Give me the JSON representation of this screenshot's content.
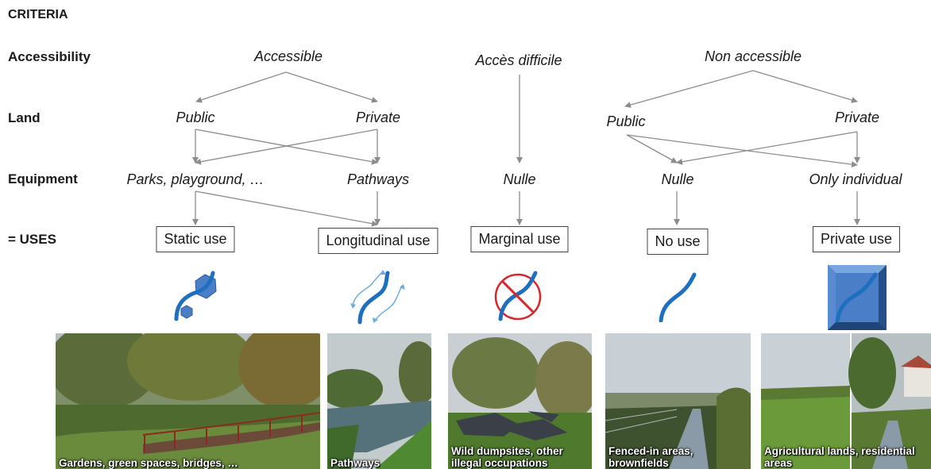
{
  "header": {
    "title": "CRITERIA"
  },
  "row_labels": {
    "accessibility": "Accessibility",
    "land": "Land",
    "equipment": "Equipment",
    "uses": "= USES"
  },
  "accessibility": {
    "accessible": "Accessible",
    "difficult": "Accès difficile",
    "non_accessible": "Non accessible"
  },
  "land": {
    "public_1": "Public",
    "private_1": "Private",
    "public_2": "Public",
    "private_2": "Private"
  },
  "equipment": {
    "parks": "Parks, playground, …",
    "pathways": "Pathways",
    "nulle_1": "Nulle",
    "nulle_2": "Nulle",
    "only_individual": "Only individual"
  },
  "uses": {
    "static": "Static use",
    "longitudinal": "Longitudinal use",
    "marginal": "Marginal use",
    "none": "No use",
    "private": "Private use"
  },
  "icons": [
    "static-use-icon",
    "longitudinal-use-icon",
    "marginal-use-icon",
    "no-use-icon",
    "private-use-icon"
  ],
  "photos": {
    "gardens": "Gardens, green spaces, bridges, …",
    "pathways": "Pathways",
    "dumpsites": "Wild dumpsites, other illegal occupations",
    "fenced": "Fenced-in areas, brownfields",
    "agricultural": "Agricultural lands, residential areas"
  },
  "colors": {
    "arrow": "#8c8c8c",
    "stream": "#1f6fc1",
    "shape": "#4a7ec7",
    "forbidden": "#d9262c"
  }
}
